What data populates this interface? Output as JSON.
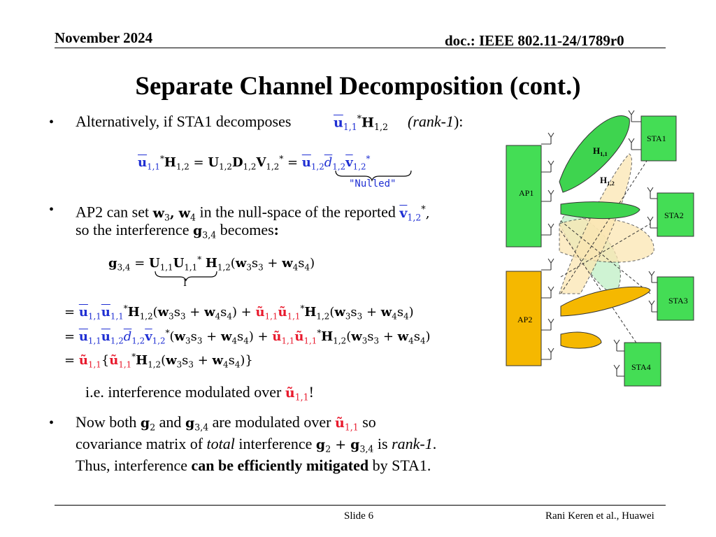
{
  "header": {
    "date": "November 2024",
    "doc_id": "doc.: IEEE 802.11-24/1789r0"
  },
  "title": "Separate Channel Decomposition (cont.)",
  "bullets": {
    "b1_text": "Alternatively, if STA1 decomposes",
    "b1_rank": "(rank-1",
    "b1_close": "):",
    "b2_line1_a": "AP2 can set",
    "b2_line1_b": "in the null-space of the reported",
    "b2_line2_a": "so the interference",
    "b2_line2_b": "becomes",
    "b2_colon": ":",
    "ie_text": "i.e. interference modulated over",
    "ie_end": "!",
    "b3_line1_a": "Now both",
    "b3_line1_b": "and",
    "b3_line1_c": "are modulated over",
    "b3_line1_d": "so",
    "b3_line2_a": "covariance matrix of",
    "b3_line2_italic": "total",
    "b3_line2_b": "interference",
    "b3_line2_c": "is",
    "b3_line2_italic2": "rank-1",
    "b3_line2_end": ".",
    "b3_line3_a": "Thus, interference",
    "b3_line3_bold": "can be efficiently mitigated",
    "b3_line3_b": "by STA1."
  },
  "annotations": {
    "nulled": "\"Nulled\"",
    "identity": "I"
  },
  "diagram": {
    "nodes": {
      "ap1": "AP1",
      "ap2": "AP2",
      "sta1": "STA1",
      "sta2": "STA2",
      "sta3": "STA3",
      "sta4": "STA4"
    },
    "channel_labels": {
      "h11": "H",
      "h11_sub": "1,1",
      "h12": "H",
      "h12_sub": "1,2"
    },
    "colors": {
      "ap1_fill": "#44dd55",
      "ap2_fill": "#f5b800",
      "sta1_fill": "#44dd55",
      "sta2_fill": "#44dd55",
      "sta3_fill": "#44dd55",
      "sta4_fill": "#44dd55",
      "beam_green": "#3ed44f",
      "beam_orange": "#f5b800",
      "beam_green_light": "#bff0c5",
      "beam_orange_light": "#fbe6b2"
    }
  },
  "footer": {
    "slide": "Slide 6",
    "author": "Rani Keren et al., Huawei"
  },
  "colors": {
    "blue": "#1f2fd3",
    "red": "#e8192c"
  }
}
